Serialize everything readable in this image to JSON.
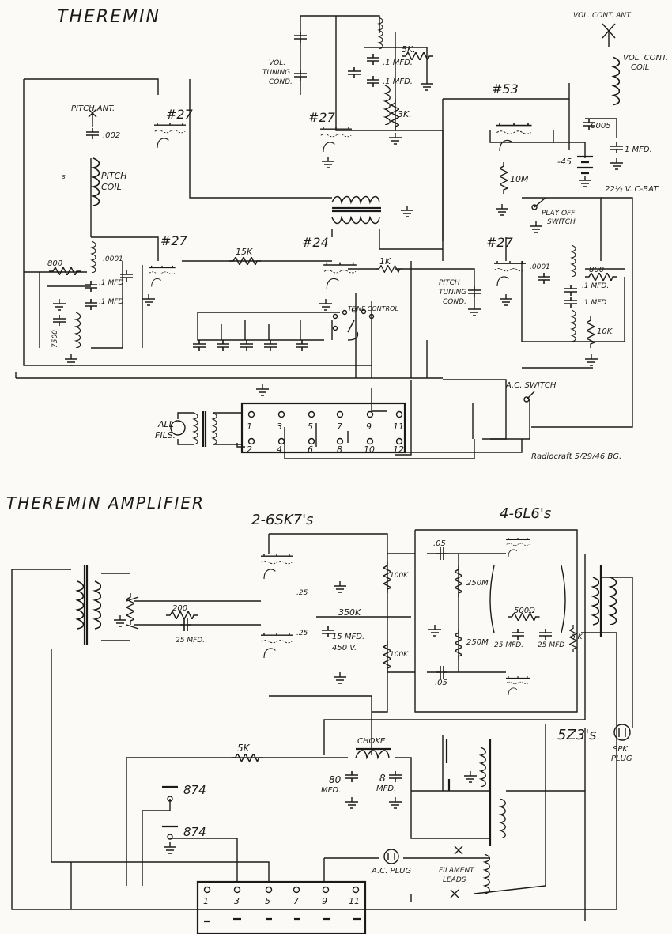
{
  "titles": {
    "theremin": "THEREMIN",
    "amplifier": "THEREMIN AMPLIFIER"
  },
  "theremin": {
    "vol_ant": "VOL. CONT. ANT.",
    "vol_coil": [
      "VOL. CONT.",
      "COIL"
    ],
    "vol_tuning": [
      "VOL.",
      "TUNING",
      "COND."
    ],
    "pitch_ant": "PITCH ANT.",
    "pitch_coil": [
      "PITCH",
      "COIL"
    ],
    "pitch_tuning": [
      "PITCH",
      "TUNING",
      "COND."
    ],
    "tube_27a": "#27",
    "tube_27b": "#27",
    "tube_27c": "#27",
    "tube_27d": "#27",
    "tube_53": "#53",
    "tube_24": "#24",
    "cap_002": ".002",
    "cap_0005": ".0005",
    "cap_1mfd_vol": "1 MFD.",
    "cap_1mfd_a": ".1 MFD.",
    "cap_1mfd_b": ".1 MFD.",
    "cap_0001_a": ".0001",
    "cap_0001_b": ".0001",
    "cap_1mfd_c": ".1 MFD",
    "cap_1mfd_d": ".1 MFD",
    "cap_1mfd_e": ".1 MFD.",
    "cap_1mfd_f": ".1 MFD",
    "res_5k": "5K.",
    "res_3k": "3K.",
    "res_10m": "10M",
    "res_15k": "15K",
    "res_1k": "1K",
    "res_800a": "800",
    "res_800b": "800",
    "res_7500": "7500",
    "res_10k": "10K.",
    "batt_45": "-45",
    "batt_c": "22½ V. C-BAT",
    "play_off": [
      "PLAY OFF",
      "SWITCH"
    ],
    "tone_control": "TONE CONTROL",
    "ac_switch": "A.C. SWITCH",
    "all_fils": [
      "ALL",
      "FILS."
    ],
    "socket_top": [
      "1",
      "3",
      "5",
      "7",
      "9",
      "11"
    ],
    "socket_bottom": [
      "2",
      "4",
      "6",
      "8",
      "10",
      "12"
    ],
    "signature": "Radiocraft 5/29/46 BG.",
    "s_mark": "s"
  },
  "amplifier": {
    "tubes_6sk7": "2-6SK7's",
    "tubes_6l6": "4-6L6's",
    "tube_5z3": "5Z3's",
    "res_200": "200",
    "cap_25mfd": "25 MFD.",
    "cap_25a": ".25",
    "cap_25b": ".25",
    "res_350k": "350K",
    "cap_15mfd": [
      "15 MFD.",
      "450 V."
    ],
    "res_100k_a": "100K",
    "res_100k_b": "100K",
    "cap_05a": ".05",
    "cap_05b": ".05",
    "res_250m_a": "250M",
    "res_250m_b": "250M",
    "res_500": "500Ω",
    "cap_25mfd_a": "25 MFD.",
    "cap_25mfd_b": "25 MFD",
    "res_6k": "6 K",
    "res_5k": "5K",
    "choke": "CHOKE",
    "cap_80": [
      "80",
      "MFD."
    ],
    "cap_8": [
      "8",
      "MFD."
    ],
    "tube_874a": "874",
    "tube_874b": "874",
    "spk_plug": [
      "SPK.",
      "PLUG"
    ],
    "ac_plug": "A.C. PLUG",
    "filament_leads": [
      "FILAMENT",
      "LEADS"
    ],
    "socket_top": [
      "1",
      "3",
      "5",
      "7",
      "9",
      "11"
    ]
  }
}
